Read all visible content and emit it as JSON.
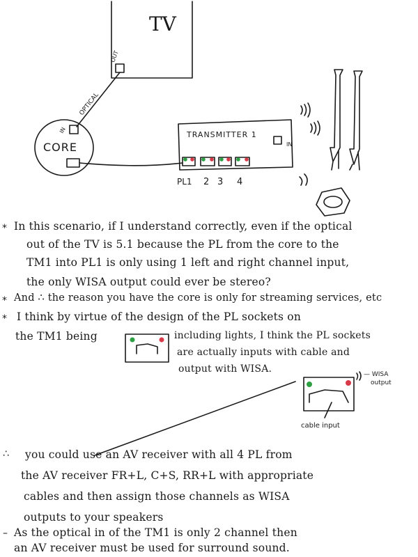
{
  "diagram": {
    "tv": {
      "label": "TV",
      "port_label": "OUT"
    },
    "optical_label": "OPTICAL",
    "core": {
      "label": "CORE",
      "port_label": "IN"
    },
    "transmitter": {
      "label": "TRANSMITTER 1",
      "port_label": "IN"
    },
    "socket_labels": [
      "PL1",
      "2",
      "3",
      "4"
    ],
    "colors": {
      "ink": "#1a1a1a",
      "led_green": "#2ea043",
      "led_red": "#d73a49"
    }
  },
  "notes": {
    "n1_bullet": "*",
    "n1_l1": "In this scenario, if I understand correctly, even if the optical",
    "n1_l2": "out of the TV is 5.1 because the PL from the core to the",
    "n1_l3": "TM1 into PL1 is only using 1 left and right channel input,",
    "n1_l4": "the only WISA output could ever be stereo?",
    "n2_bullet": "*",
    "n2_l1": "And ∴ the reason you have the core is only for streaming services, etc",
    "n3_bullet": "*",
    "n3_l1": "I think by virtue of the design of the PL sockets on",
    "n3_l2a": "the TM1 being",
    "n3_l2b": "including lights, I think the PL sockets",
    "n3_l3": "are actually inputs with cable and",
    "n3_l4": "output with WISA.",
    "wisa_label_1": "— WISA",
    "wisa_label_2": "output",
    "cable_label": "cable input",
    "n4_bullet": "∴",
    "n4_l1": "you could use an AV receiver with all 4 PL from",
    "n4_l2": "the AV receiver FR+L, C+S, RR+L with appropriate",
    "n4_l3": "cables and then assign those channels as WISA",
    "n4_l4": "outputs to your speakers",
    "n5_bullet": "–",
    "n5_l1": "As the optical in of the TM1 is only 2 channel then",
    "n5_l2": "an AV receiver must be used for surround sound."
  }
}
